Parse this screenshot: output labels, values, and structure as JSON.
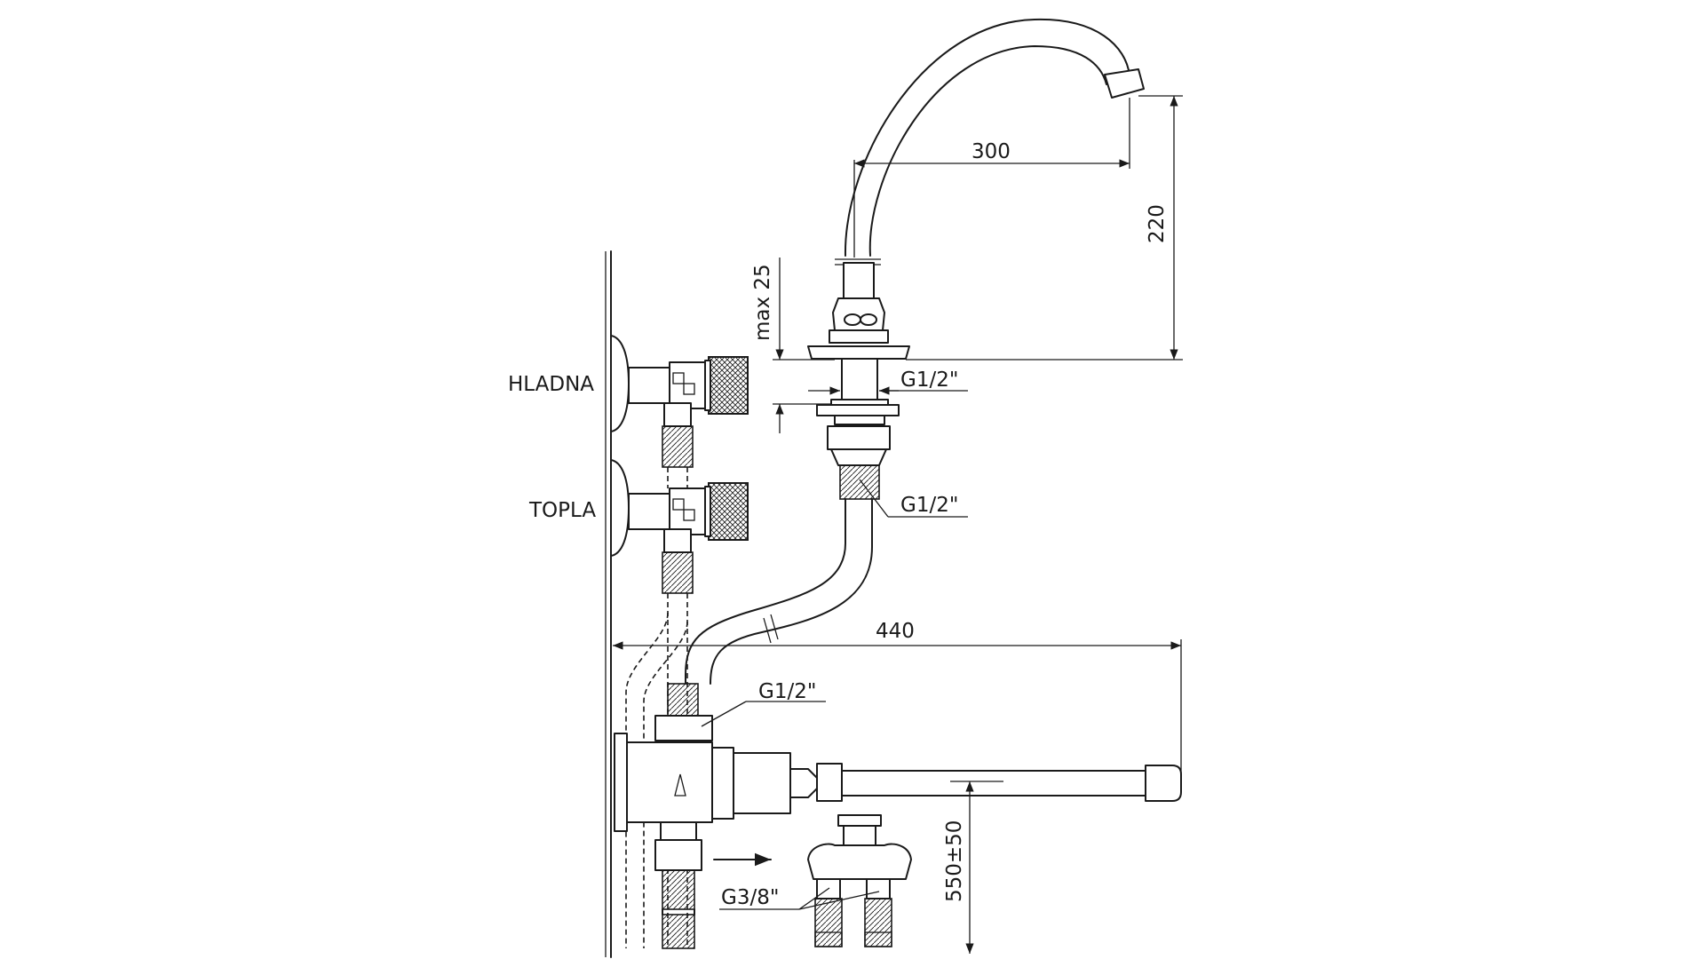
{
  "labels": {
    "cold": "HLADNA",
    "hot": "TOPLA",
    "thread_body": "G1/2\"",
    "thread_hose": "G1/2\"",
    "thread_valve": "G1/2\"",
    "thread_outlet": "G3/8\""
  },
  "dimensions": {
    "spout_reach": "300",
    "spout_height": "220",
    "deck_thickness": "max 25",
    "wall_projection": "440",
    "mount_height": "550±50"
  }
}
